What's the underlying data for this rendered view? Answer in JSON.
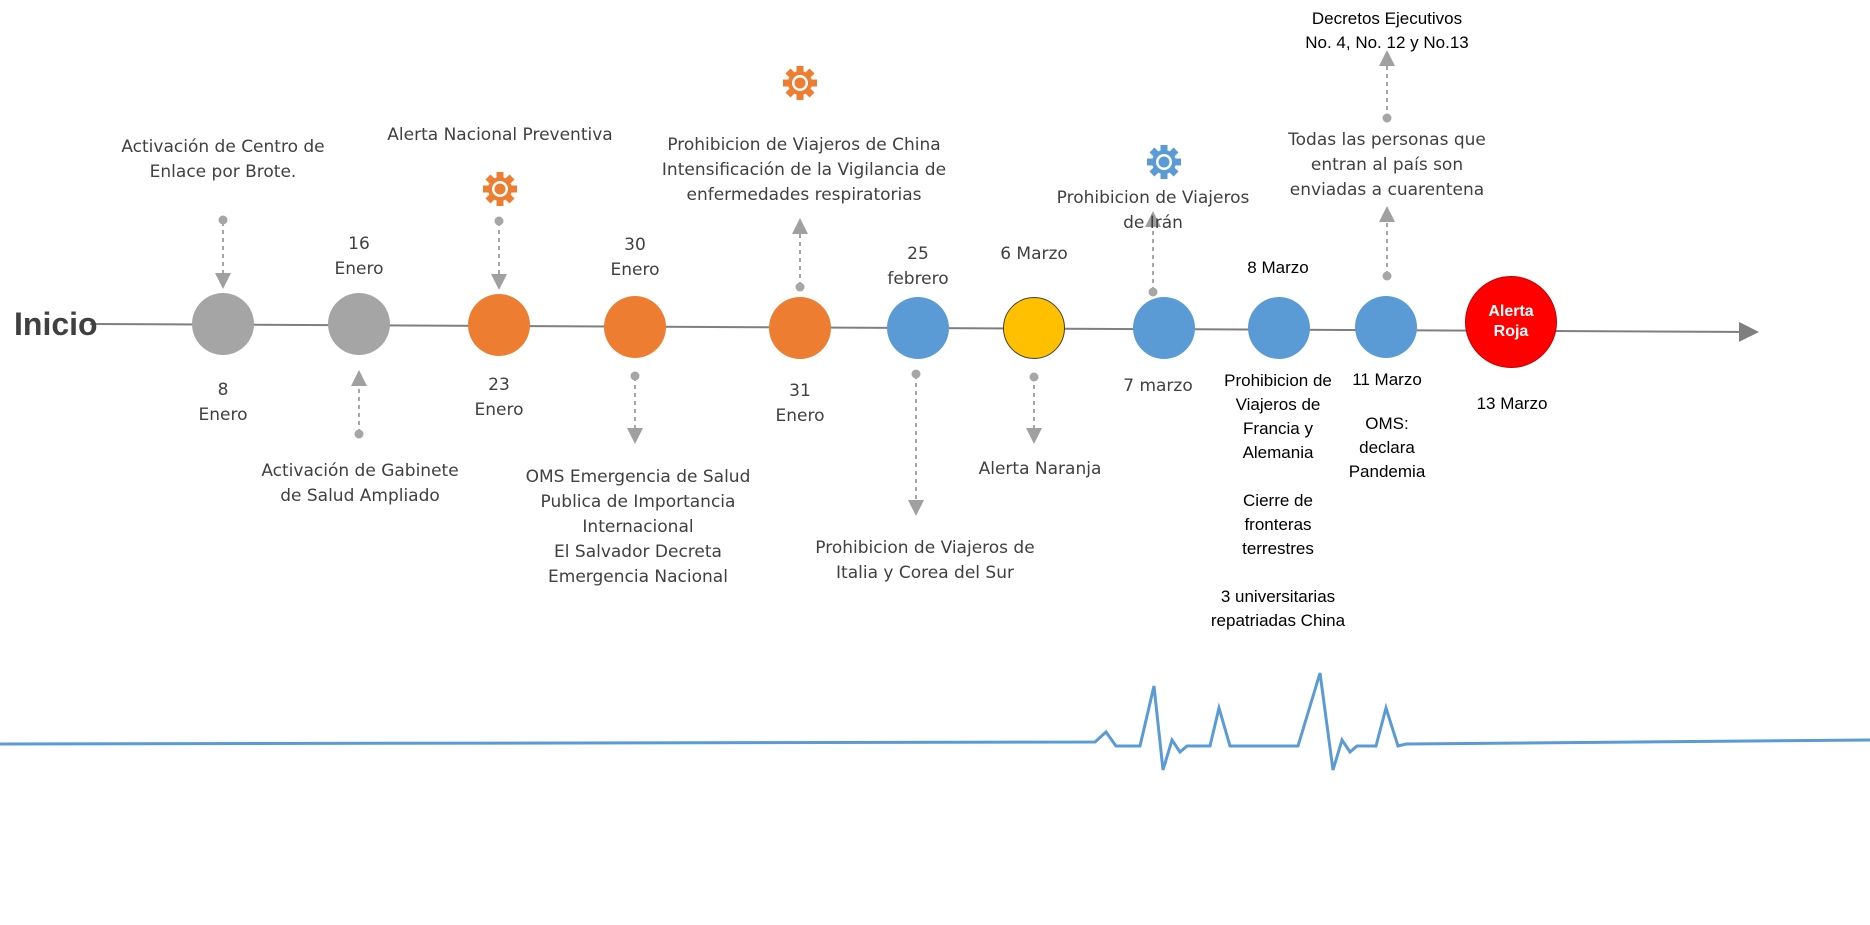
{
  "start_label": "Inicio",
  "end_label": "Alerta\nRoja",
  "colors": {
    "gray": "#a5a5a5",
    "orange": "#ed7d31",
    "blue": "#5b9bd5",
    "yellow": "#ffc000",
    "red": "#ff0000",
    "line": "#7f7f7f",
    "wave": "#5b9bd5"
  },
  "milestones": [
    {
      "date": "8\nEnero",
      "color": "gray",
      "event": "Activación de Centro de\nEnlace por Brote."
    },
    {
      "date": "16\nEnero",
      "color": "gray",
      "event": "Activación de Gabinete\nde Salud Ampliado"
    },
    {
      "date": "23\nEnero",
      "color": "orange",
      "event": "Alerta Nacional Preventiva",
      "icon": "gear-icon"
    },
    {
      "date": "30\nEnero",
      "color": "orange",
      "event": "OMS Emergencia de Salud\nPublica de Importancia\nInternacional\nEl Salvador Decreta\nEmergencia Nacional"
    },
    {
      "date": "31\nEnero",
      "color": "orange",
      "event": "Prohibicion de Viajeros de China\nIntensificación de la Vigilancia de\nenfermedades respiratorias",
      "icon": "gear-icon"
    },
    {
      "date": "25\nfebrero",
      "color": "blue",
      "event": "Prohibicion de Viajeros de\nItalia y Corea del Sur"
    },
    {
      "date": "6 Marzo",
      "color": "yellow",
      "event": "Alerta Naranja"
    },
    {
      "date": "7 marzo",
      "color": "blue",
      "event": "Prohibicion de Viajeros\nde Irán",
      "icon": "gear-icon"
    },
    {
      "date": "8 Marzo",
      "color": "blue",
      "event": "Prohibicion de\nViajeros de\nFrancia y\nAlemania\n\nCierre de\nfronteras\nterrestres\n\n3 universitarias\nrepatriadas China"
    },
    {
      "date": "11 Marzo",
      "color": "blue",
      "event": "OMS: declara\nPandemia"
    },
    {
      "date": "13 Marzo",
      "color": "red"
    }
  ],
  "top_note_1": "Todas las personas que\nentran al país son\nenviadas a cuarentena",
  "top_note_2": "Decretos Ejecutivos\nNo. 4, No. 12 y No.13"
}
